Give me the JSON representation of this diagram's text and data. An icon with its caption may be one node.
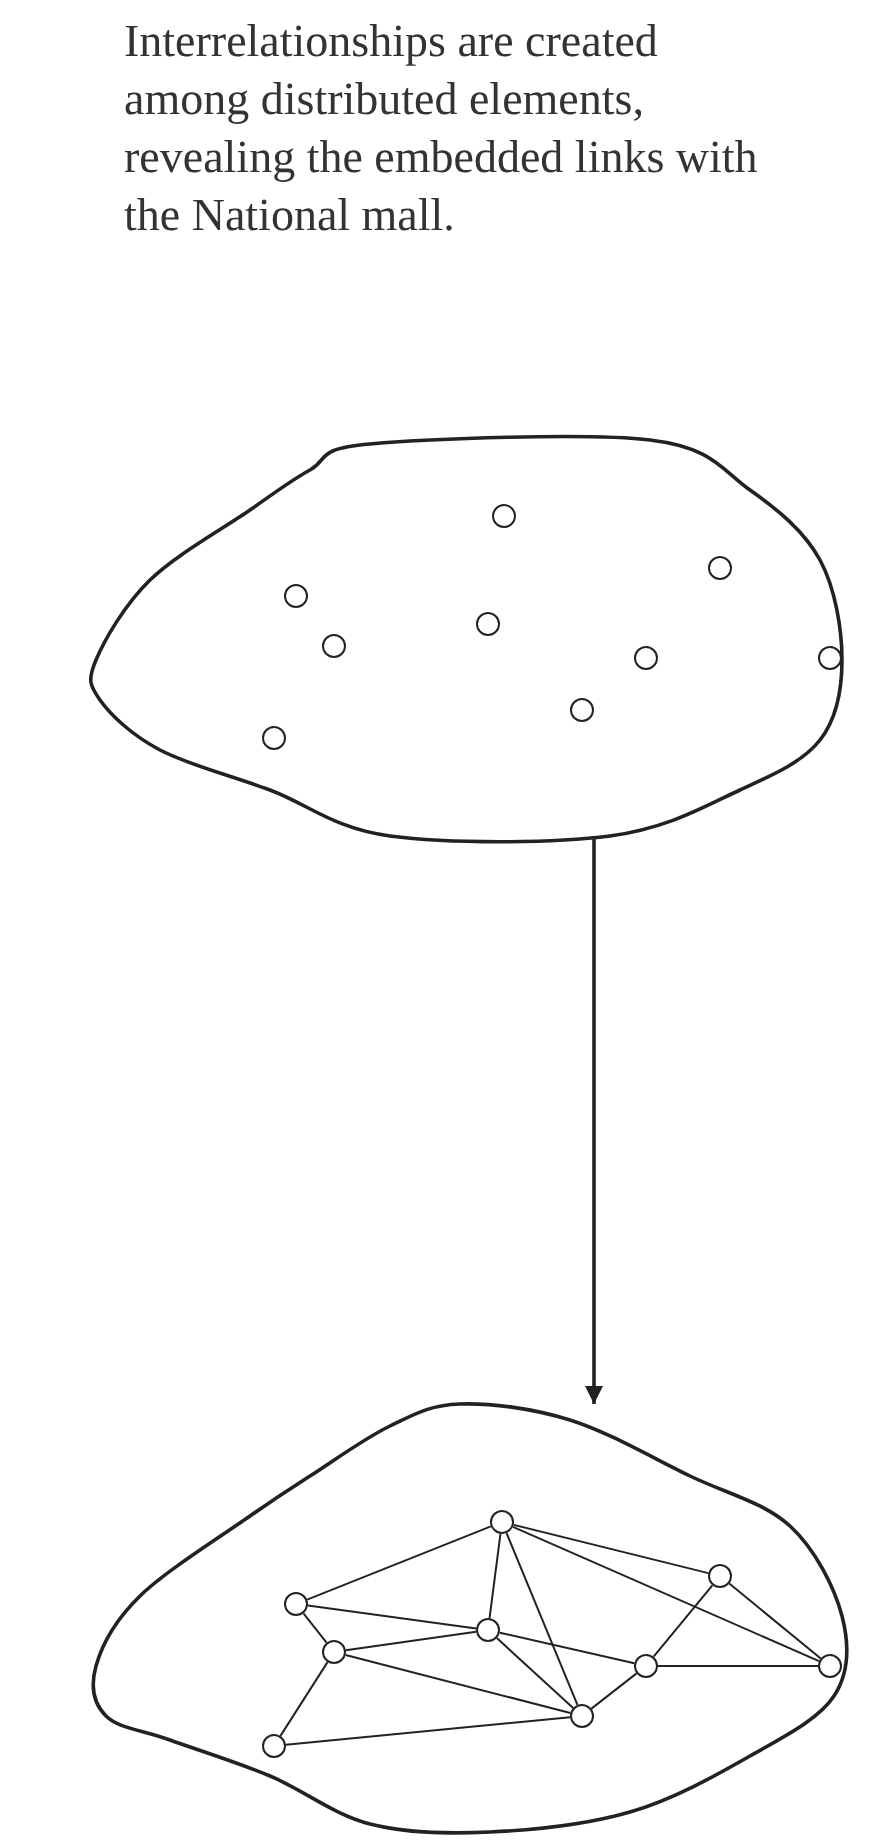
{
  "diagram": {
    "nodes": [
      {
        "text": [],
        "shape": "cloud"
      },
      {
        "text": [],
        "shape": "circle",
        "in": 0
      },
      {
        "text": [],
        "shape": "circle",
        "in": 0
      },
      {
        "text": [],
        "shape": "circle",
        "in": 0
      },
      {
        "text": [],
        "shape": "circle",
        "in": 0
      },
      {
        "text": [],
        "shape": "circle",
        "in": 0
      },
      {
        "text": [],
        "shape": "circle",
        "in": 0
      },
      {
        "text": [],
        "shape": "circle",
        "in": 0
      },
      {
        "text": [],
        "shape": "circle",
        "in": 0
      },
      {
        "text": [],
        "shape": "circle",
        "in": 0
      },
      {
        "text": [],
        "shape": "cloud"
      },
      {
        "text": [],
        "shape": "circle",
        "in": 10
      },
      {
        "text": [],
        "shape": "circle",
        "in": 10
      },
      {
        "text": [],
        "shape": "circle",
        "in": 10
      },
      {
        "text": [],
        "shape": "circle",
        "in": 10
      },
      {
        "text": [],
        "shape": "circle",
        "in": 10
      },
      {
        "text": [],
        "shape": "circle",
        "in": 10
      },
      {
        "text": [],
        "shape": "circle",
        "in": 10
      },
      {
        "text": [],
        "shape": "circle",
        "in": 10
      },
      {
        "text": [],
        "shape": "circle",
        "in": 10
      }
    ],
    "edges": [
      {
        "from": 0,
        "to": 10,
        "arrow": "to"
      },
      {
        "from": 13,
        "to": 11,
        "arrow": "none"
      },
      {
        "from": 11,
        "to": 14,
        "arrow": "none"
      },
      {
        "from": 11,
        "to": 18,
        "arrow": "none"
      },
      {
        "from": 11,
        "to": 12,
        "arrow": "none"
      },
      {
        "from": 11,
        "to": 17,
        "arrow": "none"
      },
      {
        "from": 13,
        "to": 14,
        "arrow": "none"
      },
      {
        "from": 13,
        "to": 15,
        "arrow": "none"
      },
      {
        "from": 15,
        "to": 14,
        "arrow": "none"
      },
      {
        "from": 15,
        "to": 18,
        "arrow": "none"
      },
      {
        "from": 15,
        "to": 19,
        "arrow": "none"
      },
      {
        "from": 19,
        "to": 18,
        "arrow": "none"
      },
      {
        "from": 14,
        "to": 16,
        "arrow": "none"
      },
      {
        "from": 14,
        "to": 18,
        "arrow": "none"
      },
      {
        "from": 18,
        "to": 16,
        "arrow": "none"
      },
      {
        "from": 16,
        "to": 12,
        "arrow": "none"
      },
      {
        "from": 16,
        "to": 17,
        "arrow": "none"
      },
      {
        "from": 12,
        "to": 17,
        "arrow": "none"
      }
    ],
    "labels": [
      "Interrelationships are created among distributed elements, revealing the embedded links with the National mall."
    ]
  }
}
